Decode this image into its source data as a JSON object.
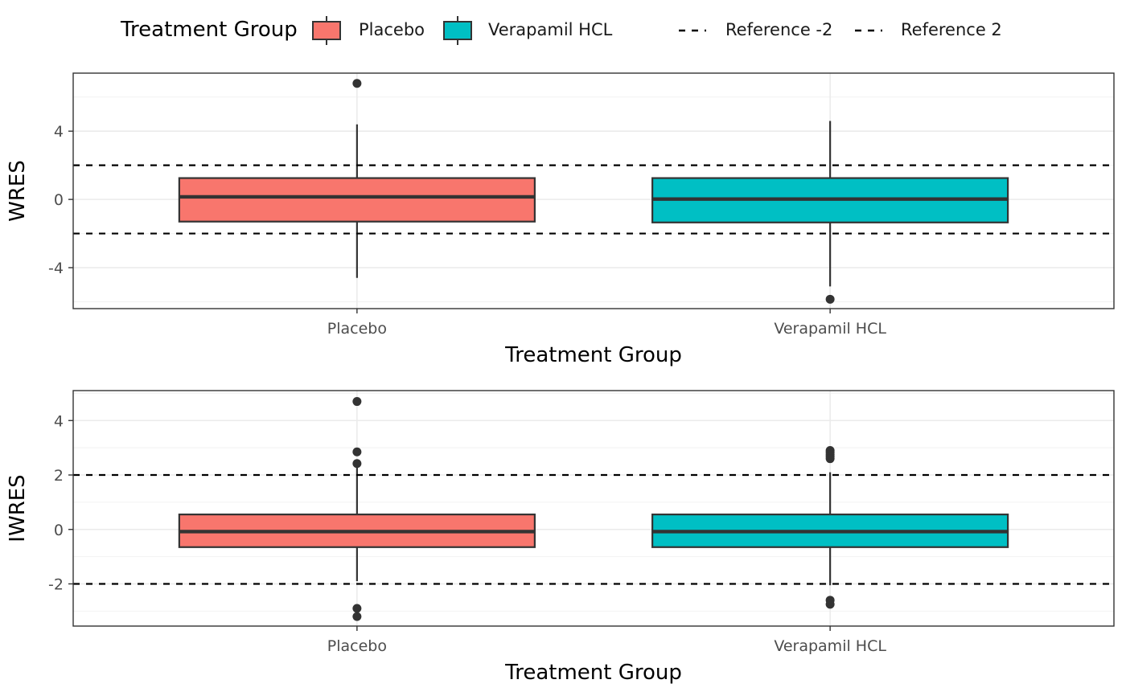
{
  "legend": {
    "title": "Treatment Group",
    "fill_items": [
      {
        "label": "Placebo",
        "color": "#F8766D"
      },
      {
        "label": "Verapamil HCL",
        "color": "#00BFC4"
      }
    ],
    "line_items": [
      {
        "label": "Reference -2",
        "style": "dashed",
        "color": "#000000"
      },
      {
        "label": "Reference 2",
        "style": "dashed",
        "color": "#000000"
      }
    ]
  },
  "chart_data": [
    {
      "type": "box",
      "xlabel": "Treatment Group",
      "ylabel": "WRES",
      "categories": [
        "Placebo",
        "Verapamil HCL"
      ],
      "ylim": [
        -6.4,
        7.4
      ],
      "yticks": [
        -4,
        0,
        4
      ],
      "ytick_labels": [
        "-4",
        "0",
        "4"
      ],
      "grid": true,
      "reference_lines": [
        -2,
        2
      ],
      "series": [
        {
          "name": "Placebo",
          "color": "#F8766D",
          "whisker_low": -4.6,
          "q1": -1.3,
          "median": 0.15,
          "q3": 1.25,
          "whisker_high": 4.4,
          "outliers": [
            6.8
          ]
        },
        {
          "name": "Verapamil HCL",
          "color": "#00BFC4",
          "whisker_low": -5.1,
          "q1": -1.35,
          "median": 0.02,
          "q3": 1.25,
          "whisker_high": 4.6,
          "outliers": [
            -5.85
          ]
        }
      ]
    },
    {
      "type": "box",
      "xlabel": "Treatment Group",
      "ylabel": "IWRES",
      "categories": [
        "Placebo",
        "Verapamil HCL"
      ],
      "ylim": [
        -3.55,
        5.1
      ],
      "yticks": [
        -2,
        0,
        2,
        4
      ],
      "ytick_labels": [
        "-2",
        "0",
        "2",
        "4"
      ],
      "grid": true,
      "reference_lines": [
        -2,
        2
      ],
      "series": [
        {
          "name": "Placebo",
          "color": "#F8766D",
          "whisker_low": -1.9,
          "q1": -0.65,
          "median": -0.08,
          "q3": 0.55,
          "whisker_high": 2.35,
          "outliers": [
            4.7,
            2.85,
            2.42,
            -2.9,
            -3.2
          ]
        },
        {
          "name": "Verapamil HCL",
          "color": "#00BFC4",
          "whisker_low": -2.05,
          "q1": -0.65,
          "median": -0.08,
          "q3": 0.55,
          "whisker_high": 2.1,
          "outliers": [
            2.9,
            2.83,
            2.75,
            2.68,
            2.6,
            -2.6,
            -2.75
          ]
        }
      ]
    }
  ]
}
